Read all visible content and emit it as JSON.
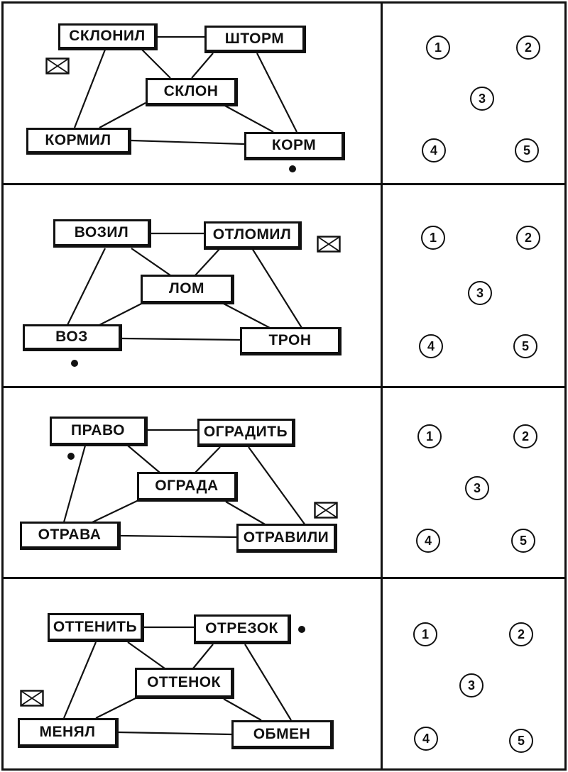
{
  "panels": [
    {
      "words": {
        "top_left": "СКЛОНИЛ",
        "top_right": "ШТОРМ",
        "center": "СКЛОН",
        "bottom_left": "КОРМИЛ",
        "bottom_right": "КОРМ"
      },
      "numbers": [
        "1",
        "2",
        "3",
        "4",
        "5"
      ]
    },
    {
      "words": {
        "top_left": "ВОЗИЛ",
        "top_right": "ОТЛОМИЛ",
        "center": "ЛОМ",
        "bottom_left": "ВОЗ",
        "bottom_right": "ТРОН"
      },
      "numbers": [
        "1",
        "2",
        "3",
        "4",
        "5"
      ]
    },
    {
      "words": {
        "top_left": "ПРАВО",
        "top_right": "ОГРАДИТЬ",
        "center": "ОГРАДА",
        "bottom_left": "ОТРАВА",
        "bottom_right": "ОТРАВИЛИ"
      },
      "numbers": [
        "1",
        "2",
        "3",
        "4",
        "5"
      ]
    },
    {
      "words": {
        "top_left": "ОТТЕНИТЬ",
        "top_right": "ОТРЕЗОК",
        "center": "ОТТЕНОК",
        "bottom_left": "МЕНЯЛ",
        "bottom_right": "ОБМЕН"
      },
      "numbers": [
        "1",
        "2",
        "3",
        "4",
        "5"
      ]
    }
  ],
  "icons": [
    "envelope-icon",
    "dot-marker"
  ]
}
